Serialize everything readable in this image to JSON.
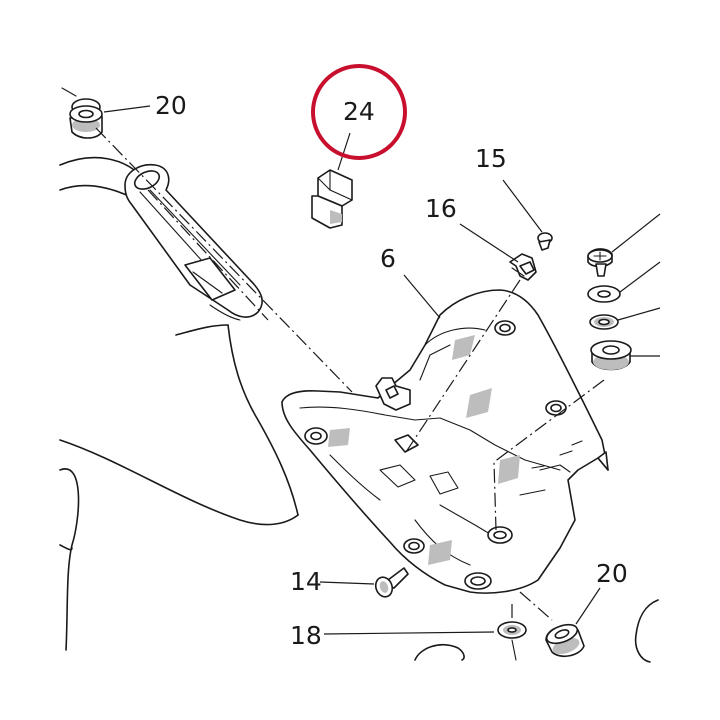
{
  "callouts": {
    "c20_top": "20",
    "c24": "24",
    "c15": "15",
    "c16": "16",
    "c6": "6",
    "c14": "14",
    "c18": "18",
    "c20_bottom": "20"
  },
  "colors": {
    "highlight_circle": "#c8102e",
    "line": "#1a1a1a",
    "shade": "#bdbdbd"
  }
}
